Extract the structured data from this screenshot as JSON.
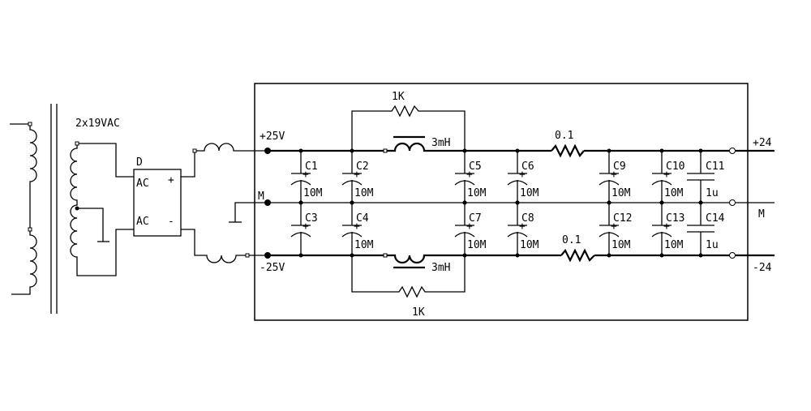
{
  "transformer": {
    "secondary_label": "2x19VAC"
  },
  "bridge": {
    "ref": "D",
    "ac1": "AC",
    "ac2": "AC",
    "plus": "+",
    "minus": "-"
  },
  "rails": {
    "pos_in": "+25V",
    "mid_in": "M",
    "neg_in": "-25V",
    "pos_out": "+24",
    "mid_out": "M",
    "neg_out": "-24"
  },
  "resistors": {
    "top_bypass": "1K",
    "bottom_bypass": "1K",
    "top_series": "0.1",
    "bottom_series": "0.1"
  },
  "inductors": {
    "top": "3mH",
    "bottom": "3mH"
  },
  "capacitors": [
    {
      "ref": "C1",
      "value": "10M",
      "polarized": true
    },
    {
      "ref": "C2",
      "value": "10M",
      "polarized": true
    },
    {
      "ref": "C5",
      "value": "10M",
      "polarized": true
    },
    {
      "ref": "C6",
      "value": "10M",
      "polarized": true
    },
    {
      "ref": "C9",
      "value": "10M",
      "polarized": true
    },
    {
      "ref": "C10",
      "value": "10M",
      "polarized": true
    },
    {
      "ref": "C11",
      "value": "1u",
      "polarized": false
    },
    {
      "ref": "C3",
      "value": "",
      "polarized": true
    },
    {
      "ref": "C4",
      "value": "10M",
      "polarized": true
    },
    {
      "ref": "C7",
      "value": "10M",
      "polarized": true
    },
    {
      "ref": "C8",
      "value": "10M",
      "polarized": true
    },
    {
      "ref": "C12",
      "value": "10M",
      "polarized": true
    },
    {
      "ref": "C13",
      "value": "10M",
      "polarized": true
    },
    {
      "ref": "C14",
      "value": "1u",
      "polarized": false
    }
  ]
}
